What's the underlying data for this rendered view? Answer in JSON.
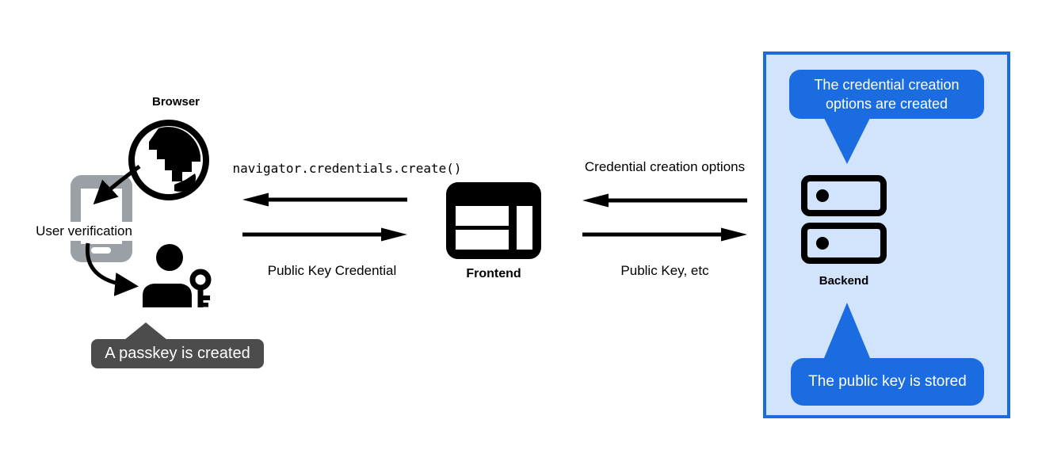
{
  "colors": {
    "accent_blue": "#1b6ce0",
    "panel_bg": "#d2e3fc",
    "tooltip_gray": "#4c4c4c",
    "phone_gray": "#9aa0a6",
    "ink": "#000000"
  },
  "left_flow": {
    "browser_label": "Browser",
    "user_verification_label": "User verification",
    "passkey_tooltip": "A passkey is created"
  },
  "frontend": {
    "label": "Frontend"
  },
  "backend_panel": {
    "backend_label": "Backend",
    "callout_top": "The credential creation options are created",
    "callout_bottom": "The public key is stored"
  },
  "browser_frontend_channel": {
    "request_label": "navigator.credentials.create()",
    "response_label": "Public Key Credential"
  },
  "frontend_backend_channel": {
    "request_label": "Credential creation options",
    "response_label": "Public Key, etc"
  },
  "icons": {
    "browser": "globe-icon",
    "user_device": "smartphone-icon",
    "user": "person-with-key-icon",
    "frontend": "browser-window-icon",
    "backend": "server-stack-icon"
  }
}
